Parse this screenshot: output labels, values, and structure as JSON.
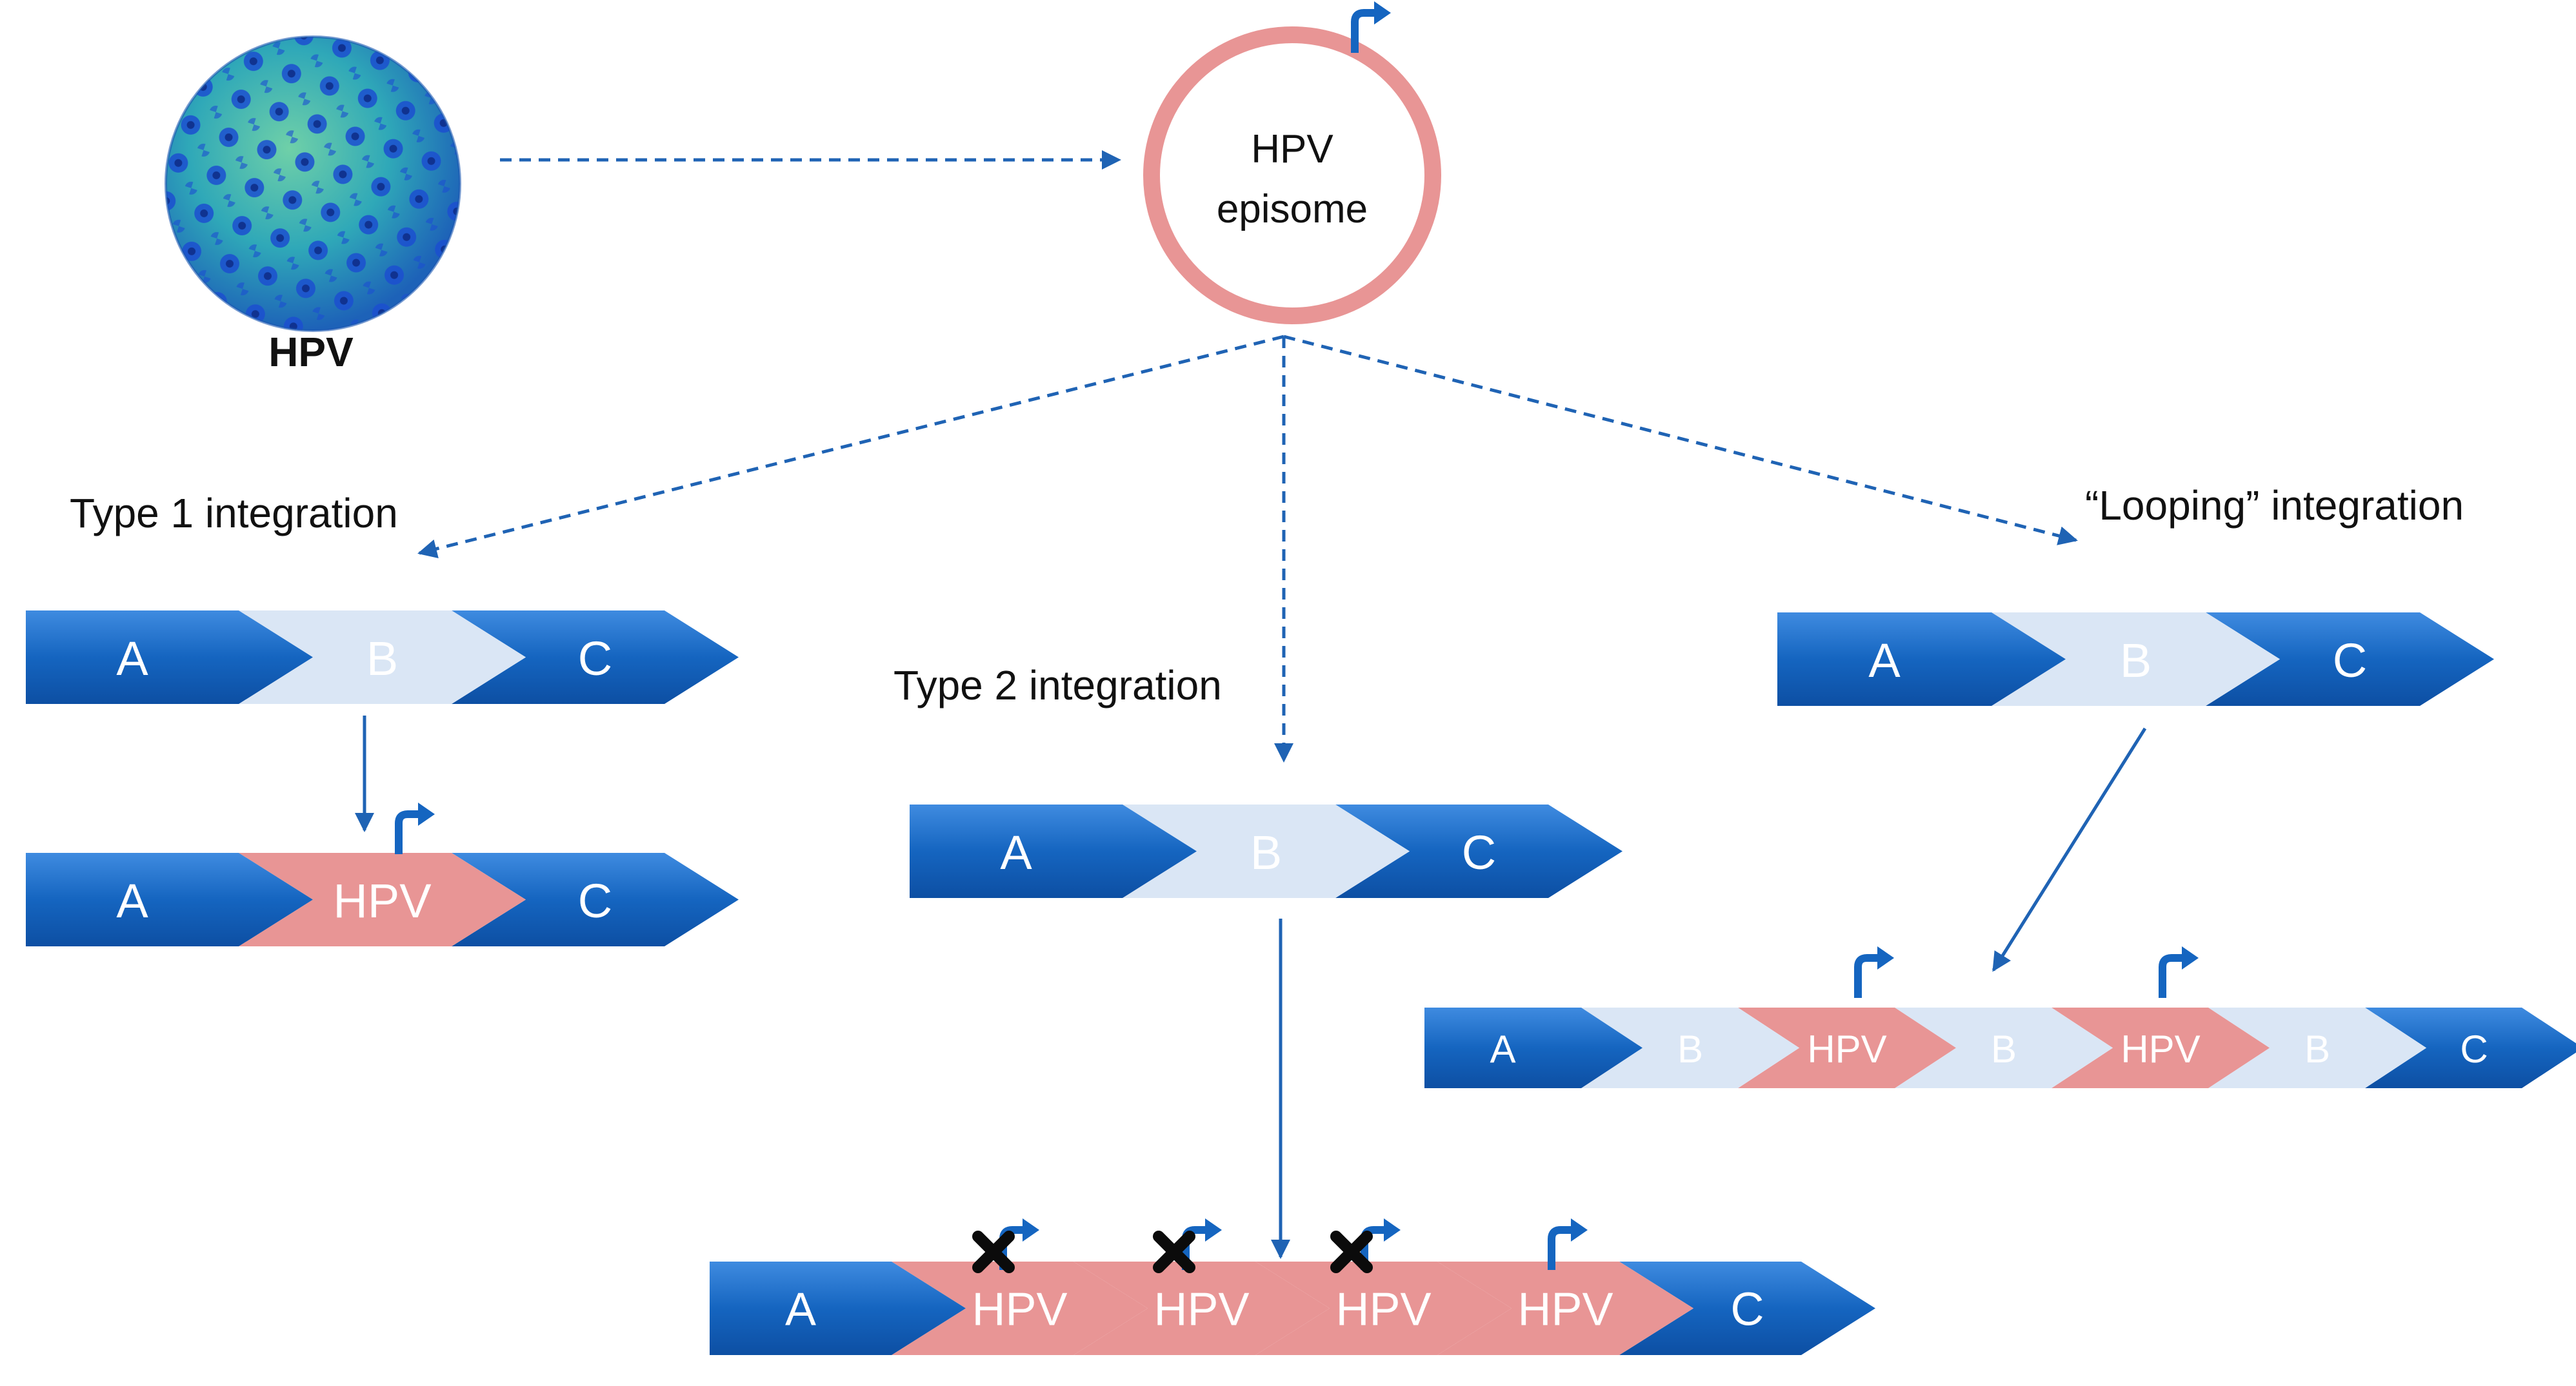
{
  "virus": {
    "label": "HPV"
  },
  "episome": {
    "line1": "HPV",
    "line2": "episome"
  },
  "type1": {
    "title": "Type 1 integration",
    "before": [
      "A",
      "B",
      "C"
    ],
    "after": [
      "A",
      "HPV",
      "C"
    ]
  },
  "type2": {
    "title": "Type 2 integration",
    "before": [
      "A",
      "B",
      "C"
    ],
    "after": [
      "A",
      "HPV",
      "HPV",
      "HPV",
      "HPV",
      "C"
    ]
  },
  "looping": {
    "title": "“Looping” integration",
    "before": [
      "A",
      "B",
      "C"
    ],
    "after": [
      "A",
      "B",
      "HPV",
      "B",
      "HPV",
      "B",
      "C"
    ]
  },
  "colors": {
    "host_dark": "#1565c0",
    "host_light": "#dae6f5",
    "hpv": "#e89595",
    "episome_ring": "#e89595",
    "arrow": "#1f63b4"
  }
}
